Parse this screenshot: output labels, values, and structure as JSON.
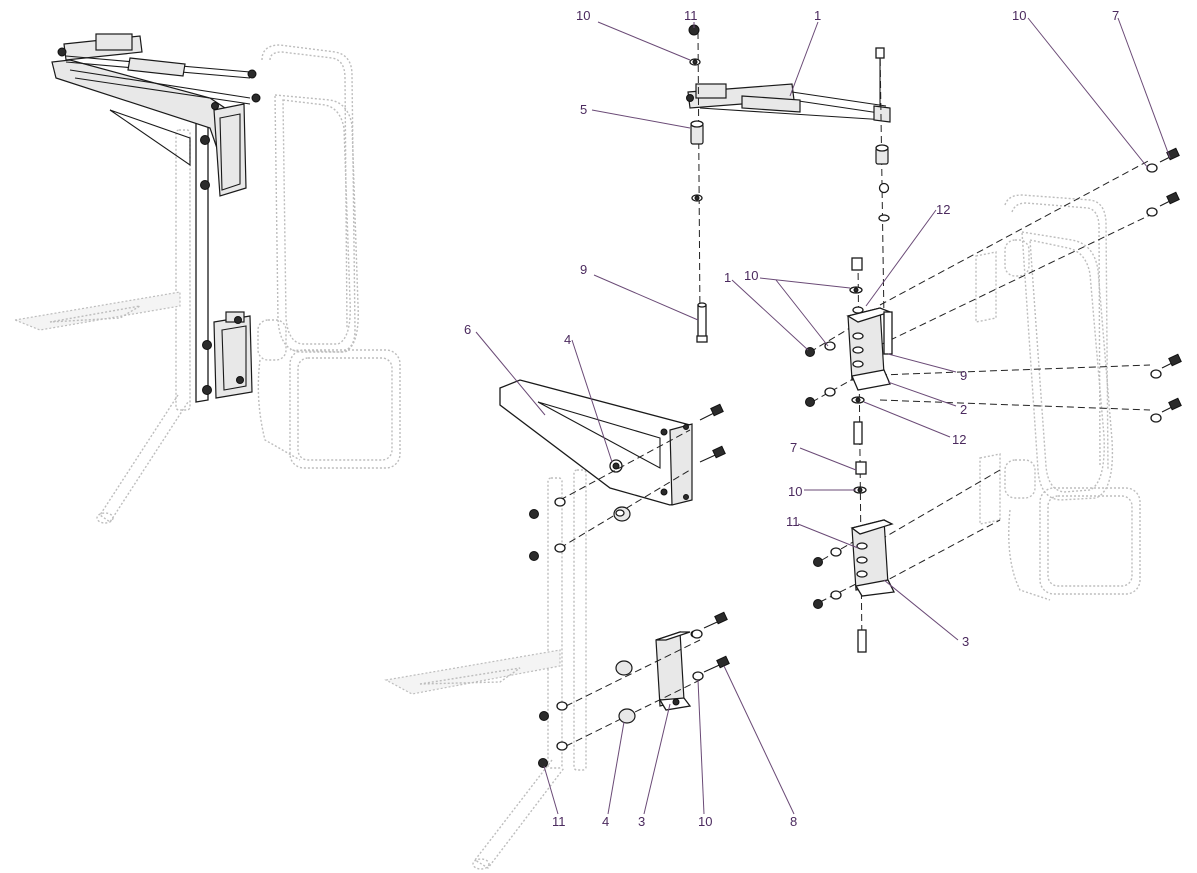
{
  "callouts": [
    {
      "id": "c-11-top",
      "label": "11"
    },
    {
      "id": "c-1-top",
      "label": "1"
    },
    {
      "id": "c-10-top",
      "label": "10"
    },
    {
      "id": "c-5",
      "label": "5"
    },
    {
      "id": "c-9-left",
      "label": "9"
    },
    {
      "id": "c-6",
      "label": "6"
    },
    {
      "id": "c-4-upper",
      "label": "4"
    },
    {
      "id": "c-10-right",
      "label": "10"
    },
    {
      "id": "c-7-right",
      "label": "7"
    },
    {
      "id": "c-12-upper",
      "label": "12"
    },
    {
      "id": "c-1-mid",
      "label": "1"
    },
    {
      "id": "c-10-mid",
      "label": "10"
    },
    {
      "id": "c-9-right",
      "label": "9"
    },
    {
      "id": "c-2",
      "label": "2"
    },
    {
      "id": "c-12-lower",
      "label": "12"
    },
    {
      "id": "c-7-mid",
      "label": "7"
    },
    {
      "id": "c-10-lowmid",
      "label": "10"
    },
    {
      "id": "c-11-mid",
      "label": "11"
    },
    {
      "id": "c-3-right",
      "label": "3"
    },
    {
      "id": "c-11-bottom",
      "label": "11"
    },
    {
      "id": "c-4-bottom",
      "label": "4"
    },
    {
      "id": "c-3-bottom",
      "label": "3"
    },
    {
      "id": "c-10-bottom",
      "label": "10"
    },
    {
      "id": "c-8",
      "label": "8"
    }
  ]
}
